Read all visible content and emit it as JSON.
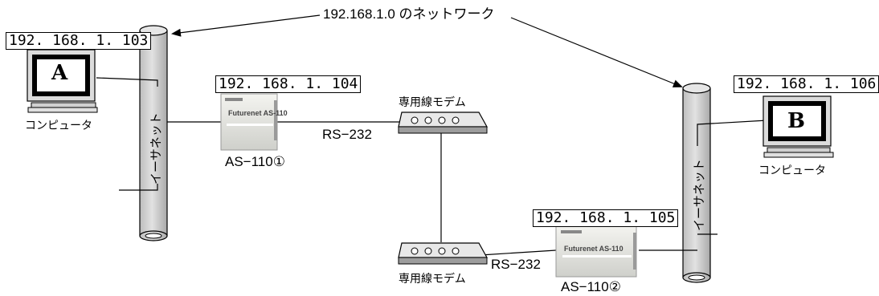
{
  "network_label": "192.168.1.0 のネットワーク",
  "ethernet_label": "イーサネット",
  "computer_label": "コンピュータ",
  "modem_label": "専用線モデム",
  "rs232_label": "RS−232",
  "computer_a": {
    "ip": "192. 168. 1. 103",
    "letter": "A"
  },
  "computer_b": {
    "ip": "192. 168. 1. 106",
    "letter": "B"
  },
  "as110_1": {
    "ip": "192. 168. 1. 104",
    "name": "AS−110①",
    "brand": "Futurenet AS-110"
  },
  "as110_2": {
    "ip": "192. 168. 1. 105",
    "name": "AS−110②",
    "brand": "Futurenet AS-110"
  }
}
